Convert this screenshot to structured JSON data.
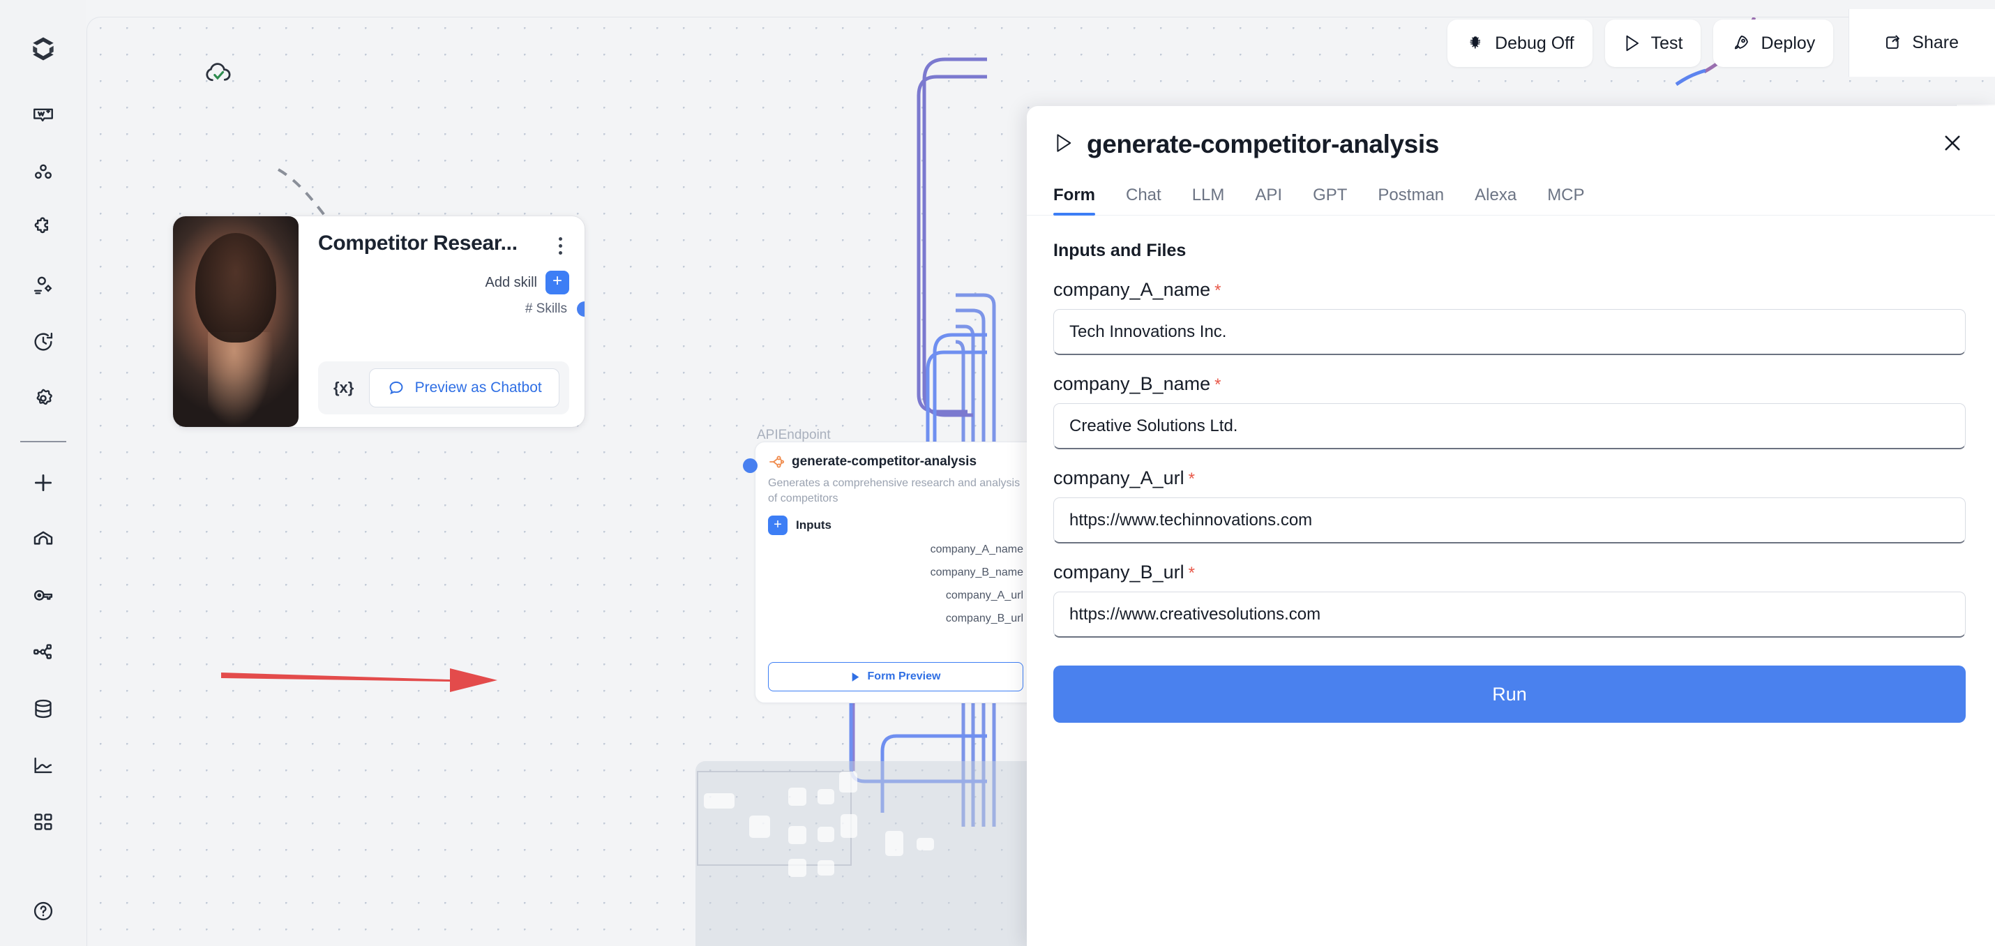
{
  "app": {
    "sidebar": {
      "items": [
        {
          "name": "brand-logo",
          "icon": "s-logo-icon",
          "label": ""
        },
        {
          "name": "workspace",
          "icon": "workspace-icon",
          "label": ""
        },
        {
          "name": "agents",
          "icon": "agents-icon",
          "label": ""
        },
        {
          "name": "plugins",
          "icon": "puzzle-icon",
          "label": ""
        },
        {
          "name": "users",
          "icon": "user-settings-icon",
          "label": ""
        },
        {
          "name": "history",
          "icon": "clock-rotate-icon",
          "label": ""
        },
        {
          "name": "settings",
          "icon": "gear-icon",
          "label": ""
        },
        {
          "name": "add",
          "icon": "plus-icon",
          "label": ""
        },
        {
          "name": "home",
          "icon": "home-icon",
          "label": ""
        },
        {
          "name": "keys",
          "icon": "key-icon",
          "label": ""
        },
        {
          "name": "network",
          "icon": "share-nodes-icon",
          "label": ""
        },
        {
          "name": "database",
          "icon": "database-icon",
          "label": ""
        },
        {
          "name": "analytics",
          "icon": "line-chart-icon",
          "label": ""
        },
        {
          "name": "apps",
          "icon": "grid-apps-icon",
          "label": ""
        },
        {
          "name": "help",
          "icon": "question-circle-icon",
          "label": ""
        }
      ]
    },
    "toolbar": {
      "debug_label": "Debug Off",
      "test_label": "Test",
      "deploy_label": "Deploy",
      "share_label": "Share"
    },
    "canvas": {
      "save_status_icon": "cloud-check-icon",
      "agent_card": {
        "title": "Competitor Resear...",
        "add_skill_label": "Add skill",
        "skills_label": "# Skills",
        "variables_label": "{x}",
        "preview_label": "Preview as Chatbot"
      },
      "api_node": {
        "group_label": "APIEndpoint",
        "title": "generate-competitor-analysis",
        "description": "Generates a comprehensive research and analysis of competitors",
        "inputs_label": "Inputs",
        "handles": [
          "company_A_name",
          "company_B_name",
          "company_A_url",
          "company_B_url"
        ],
        "form_preview_label": "Form Preview"
      },
      "annotation": {
        "type": "red-arrow",
        "color": "#e34b4b"
      }
    },
    "panel": {
      "title": "generate-competitor-analysis",
      "run_icon": "play-triangle-icon",
      "close_icon": "close-icon",
      "tabs": [
        {
          "label": "Form",
          "active": true
        },
        {
          "label": "Chat",
          "active": false
        },
        {
          "label": "LLM",
          "active": false
        },
        {
          "label": "API",
          "active": false
        },
        {
          "label": "GPT",
          "active": false
        },
        {
          "label": "Postman",
          "active": false
        },
        {
          "label": "Alexa",
          "active": false
        },
        {
          "label": "MCP",
          "active": false
        }
      ],
      "section_title": "Inputs and Files",
      "fields": [
        {
          "label": "company_A_name",
          "required": true,
          "value": "Tech Innovations Inc.",
          "placeholder": ""
        },
        {
          "label": "company_B_name",
          "required": true,
          "value": "Creative Solutions Ltd.",
          "placeholder": ""
        },
        {
          "label": "company_A_url",
          "required": true,
          "value": "https://www.techinnovations.com",
          "placeholder": ""
        },
        {
          "label": "company_B_url",
          "required": true,
          "value": "https://www.creativesolutions.com",
          "placeholder": ""
        }
      ],
      "run_label": "Run",
      "required_marker": "*"
    },
    "colors": {
      "accent_blue": "#3d7ef5",
      "run_blue": "#4a81ee",
      "required_red": "#e8594a",
      "annotation_red": "#e34b4b",
      "node_orange": "#f08a4b",
      "canvas_bg": "#f3f4f6"
    }
  }
}
